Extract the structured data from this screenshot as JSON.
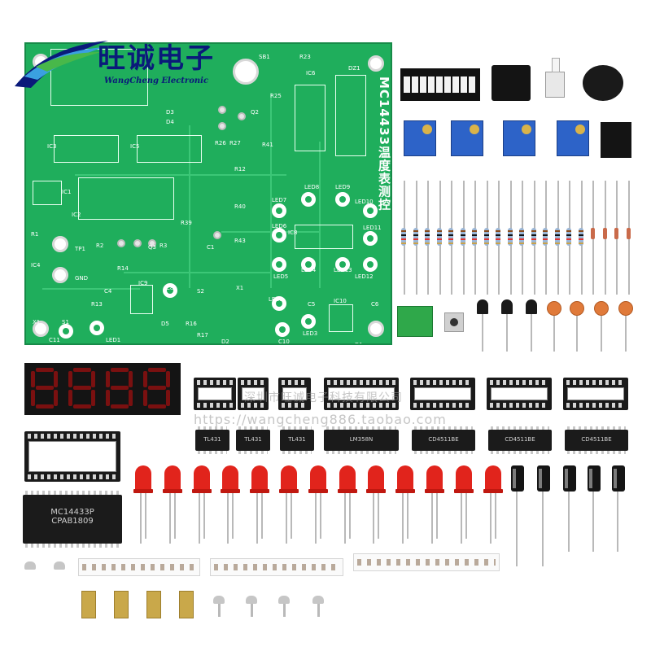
{
  "logo": {
    "name_cn": "旺诚电子",
    "name_en": "WangCheng Electronic"
  },
  "watermark": {
    "url": "https://wangcheng886.taobao.com",
    "shop_cn": "深圳市旺诚电子科技有限公司"
  },
  "pcb": {
    "title": "MC14433温度表测控",
    "labels": {
      "ic1": "IC1",
      "ic2": "IC2",
      "ic3": "IC3",
      "ic4": "IC4",
      "ic5": "IC5",
      "ic6": "IC6",
      "ic8": "IC8",
      "ic9": "IC9",
      "ic10": "IC10",
      "dz1": "DZ1",
      "sb1": "SB1",
      "r1": "R1",
      "r2": "R2",
      "r3": "R3",
      "r12": "R12",
      "r13": "R13",
      "r14": "R14",
      "r16": "R16",
      "r17": "R17",
      "r23": "R23",
      "r25": "R25",
      "r26": "R26",
      "r27": "R27",
      "r39": "R39",
      "r40": "R40",
      "r41": "R41",
      "r43": "R43",
      "c1": "C1",
      "c4": "C4",
      "c5": "C5",
      "c6": "C6",
      "c8": "C8",
      "c10": "C10",
      "c11": "C11",
      "d1": "D1",
      "d2": "D2",
      "d3": "D3",
      "d4": "D4",
      "d5": "D5",
      "s1": "S1",
      "s2": "S2",
      "x1": "X1",
      "x1b": "X1",
      "q2": "Q2",
      "q3": "Q3",
      "tp1": "TP1",
      "gnd": "GND",
      "led1": "LED1",
      "led2": "LED2",
      "led3": "LED3",
      "led4": "LED4",
      "led5": "LED5",
      "led6": "LED6",
      "led7": "LED7",
      "led8": "LED8",
      "led9": "LED9",
      "led10": "LED10",
      "led11": "LED11",
      "led12": "LED12",
      "led13": "LED13"
    }
  },
  "chips": {
    "small_ic": "TL431",
    "lm": "LM358N",
    "ic_a": "CD4511BE",
    "ic_b": "CD4511BE",
    "main": "MC14433P",
    "main_sub": "CPAB1809"
  },
  "colors": {
    "pcb": "#1fae5c",
    "logo": "#0a1a7a",
    "led": "#e1241c",
    "trimpot": "#2d63c8"
  }
}
